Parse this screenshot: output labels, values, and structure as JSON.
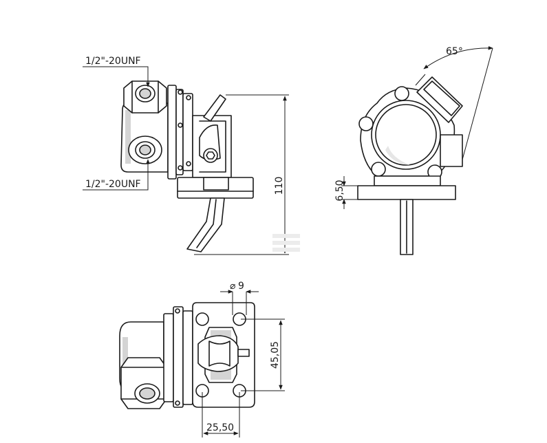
{
  "dimensions": {
    "thread_top": "1/2\"-20UNF",
    "thread_bottom": "1/2\"-20UNF",
    "height": "110",
    "angle": "65°",
    "plate_thickness": "6,50",
    "hole_diameter": "9",
    "diameter_symbol": "⌀",
    "hole_spacing_vertical": "45,05",
    "hole_spacing_horizontal": "25,50"
  }
}
